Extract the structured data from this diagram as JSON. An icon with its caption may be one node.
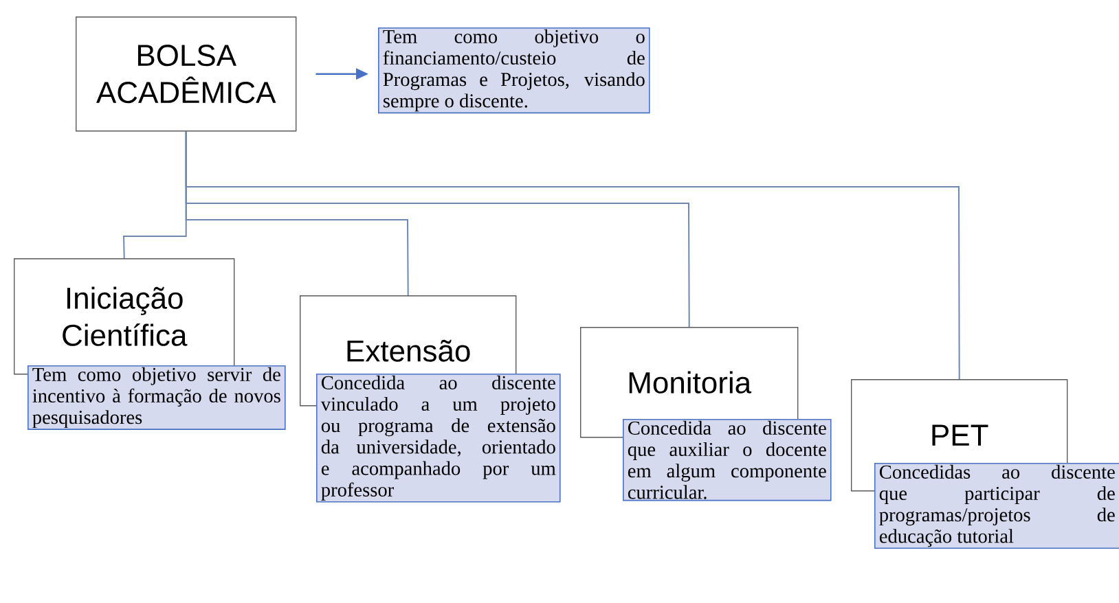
{
  "diagram": {
    "nodes": [
      {
        "text": [
          "BOLSA ACADÊMICA"
        ]
      },
      {
        "text": [
          "Tem como objetivo o financiamento/custeio de Programas e Projetos, visando sempre o discente."
        ]
      },
      {
        "text": [
          "Iniciação Científica"
        ]
      },
      {
        "text": [
          "Tem como objetivo servir de incentivo à formação de novos pesquisadores"
        ]
      },
      {
        "text": [
          "Extensão"
        ]
      },
      {
        "text": [
          "Concedida ao discente vinculado a um projeto ou programa de extensão da universidade, orientado e acompanhado por um professor"
        ]
      },
      {
        "text": [
          "Monitoria"
        ]
      },
      {
        "text": [
          "Concedida ao discente que auxiliar o docente em algum componente curricular."
        ]
      },
      {
        "text": [
          "PET"
        ]
      },
      {
        "text": [
          "Concedidas ao discente que participar de programas/projetos de educação tutorial"
        ]
      }
    ],
    "edges": [
      {
        "from": 0,
        "to": 1,
        "arrow": "to"
      },
      {
        "from": 0,
        "to": 2,
        "arrow": "none"
      },
      {
        "from": 0,
        "to": 4,
        "arrow": "none"
      },
      {
        "from": 0,
        "to": 6,
        "arrow": "none"
      },
      {
        "from": 0,
        "to": 8,
        "arrow": "none"
      }
    ]
  }
}
